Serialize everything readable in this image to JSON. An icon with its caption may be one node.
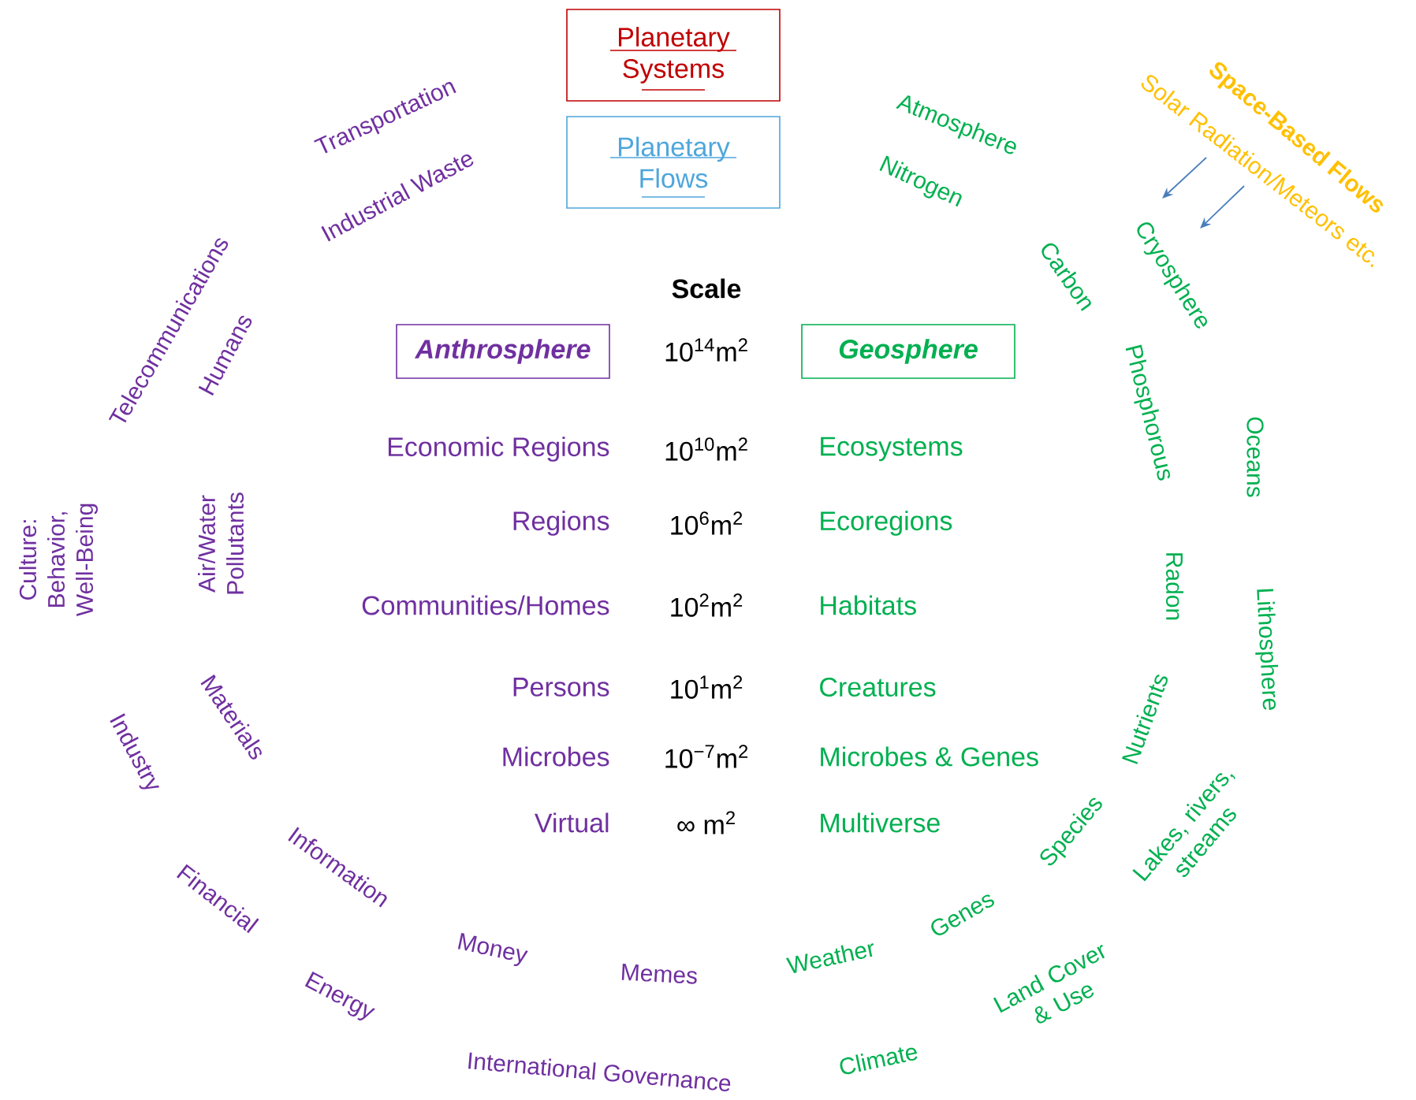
{
  "diagram": {
    "nodes": [
      {
        "text": [
          "Planetary Systems"
        ]
      },
      {
        "text": [
          "Planetary Flows"
        ]
      },
      {
        "text": [
          "Anthrosphere"
        ]
      },
      {
        "text": [
          "Geosphere"
        ]
      },
      {
        "text": [
          "Solar Radiation/Meteors etc."
        ]
      },
      {
        "text": [
          "Cryosphere"
        ]
      }
    ],
    "edges": [
      {
        "from": 4,
        "to": 5,
        "arrow": "to"
      },
      {
        "from": 4,
        "to": 5,
        "arrow": "to"
      }
    ],
    "labels": [
      "Space-Based Flows",
      "Transportation",
      "Atmosphere",
      "Industrial Waste",
      "Nitrogen",
      "Carbon",
      "Scale",
      "Telecommunications",
      "Humans",
      "Phosphorous",
      "10$^{14}$m$^{2}$",
      "Economic Regions",
      "10$^{10}$m$^{2}$",
      "Ecosystems",
      "Oceans",
      "Culture: Behavior, Well-Being",
      "Air/Water Pollutants",
      "Regions",
      "10$^{6}$m$^{2}$",
      "Ecoregions",
      "Radon",
      "Communities/Homes",
      "10$^{2}$m$^{2}$",
      "Habitats",
      "Lithosphere",
      "Persons",
      "10$^{1}$m$^{2}$",
      "Creatures",
      "Industry",
      "Materials",
      "Nutrients",
      "Microbes",
      "10$^{−7}$m$^{2}$",
      "Microbes & Genes",
      "Virtual",
      "∞ m$^{2}$",
      "Multiverse",
      "Information",
      "Species",
      "Lakes, rivers, streams",
      "Financial",
      "Genes",
      "Money",
      "Weather",
      "Memes",
      "Energy",
      "Land Cover & Use",
      "Climate",
      "International Governance"
    ]
  }
}
